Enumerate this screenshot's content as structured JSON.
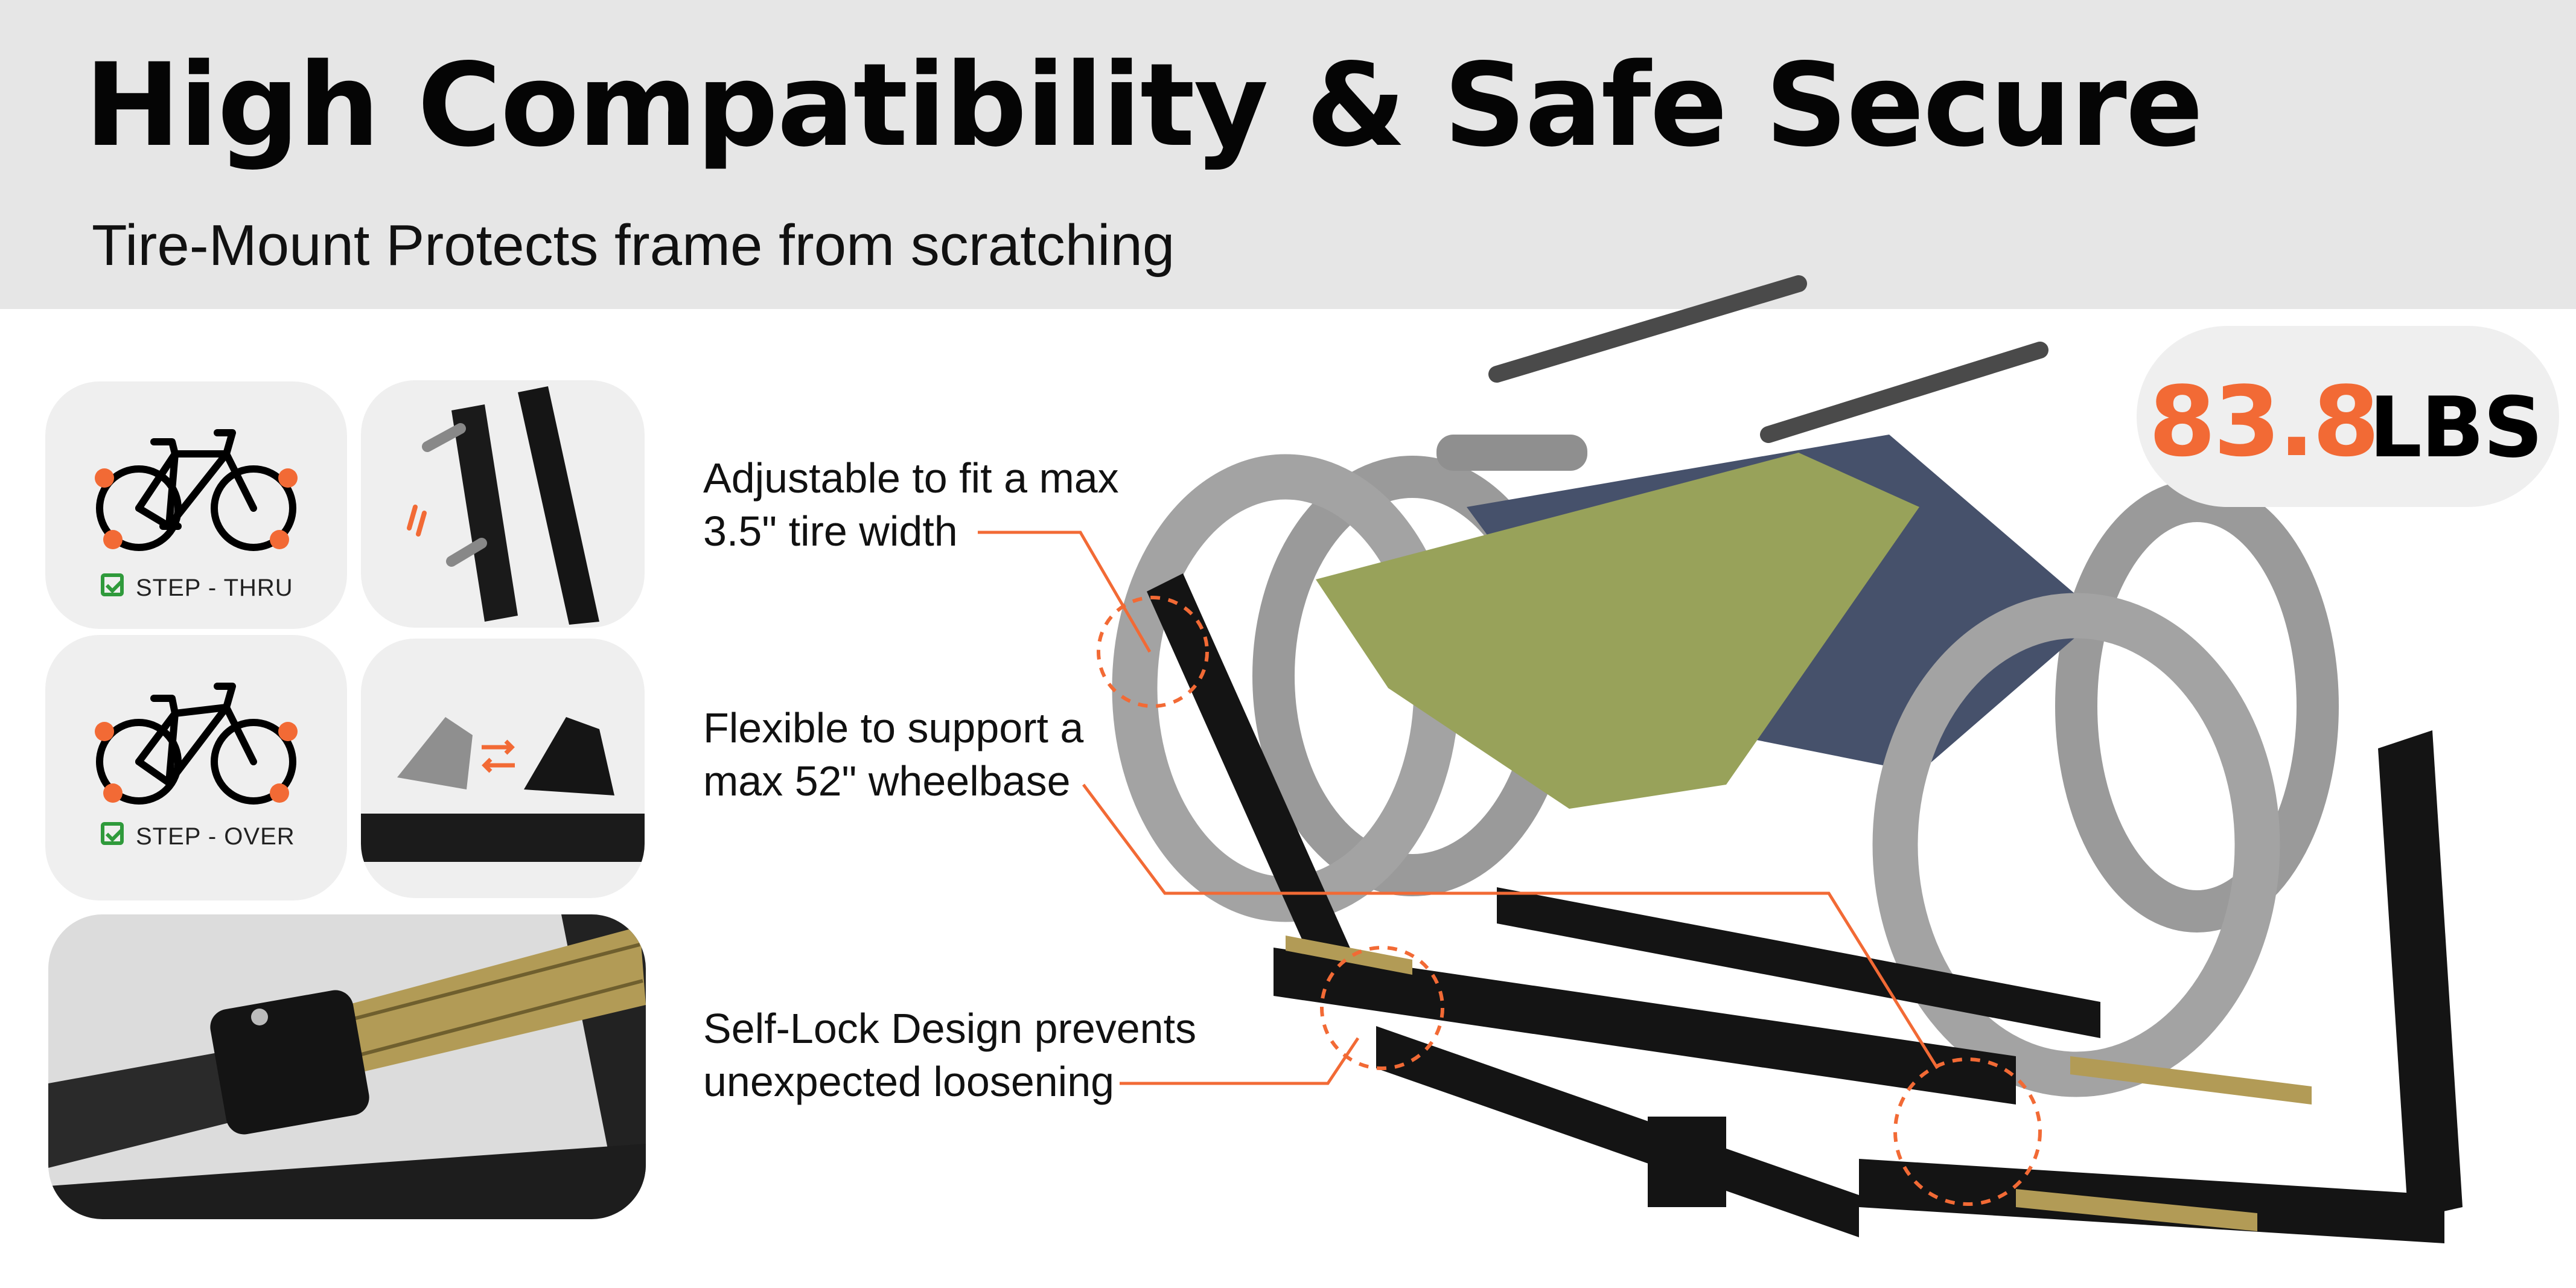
{
  "header": {
    "title": "High Compatibility & Safe Secure",
    "subtitle": "Tire-Mount Protects frame from scratching"
  },
  "cards": {
    "step_thru": {
      "label": "STEP - THRU",
      "icon": "bicycle-icon"
    },
    "step_over": {
      "label": "STEP - OVER",
      "icon": "bicycle-icon"
    }
  },
  "callouts": {
    "tire_width": [
      "Adjustable to fit a max",
      "3.5\" tire width"
    ],
    "wheelbase": [
      "Flexible to support a",
      "max 52\" wheelbase"
    ],
    "self_lock": [
      "Self-Lock Design prevents",
      "unexpected loosening"
    ]
  },
  "weight": {
    "value": "83.8",
    "unit": "LBS"
  },
  "colors": {
    "accent": "#f26a35",
    "check_green": "#2f9a3b",
    "header_bg": "#e6e6e6",
    "card_bg": "#efefef"
  }
}
